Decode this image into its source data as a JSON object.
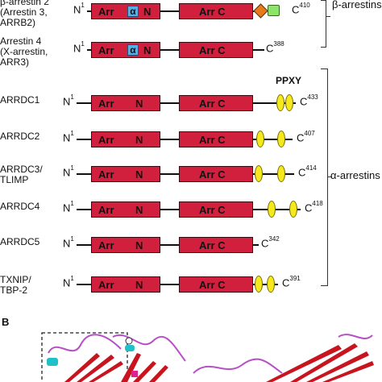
{
  "rows": [
    {
      "id": "b-arrestin-2",
      "label_lines": [
        "β-arrestin 2",
        "(Arrestin 3,",
        "ARRB2)"
      ],
      "n_label": "N",
      "n_sup": "1",
      "c_label": "C",
      "c_sup": "410",
      "n_domain": [
        "Arr",
        "α",
        "N"
      ],
      "c_domain": "Arr C",
      "tail": [
        "orange-diamond",
        "green-box"
      ]
    },
    {
      "id": "arrestin-4",
      "label_lines": [
        "Arrestin 4",
        "(X-arrestin,",
        "ARR3)"
      ],
      "n_label": "N",
      "n_sup": "1",
      "c_label": "C",
      "c_sup": "388",
      "n_domain": [
        "Arr",
        "α",
        "N"
      ],
      "c_domain": "Arr C",
      "tail": []
    },
    {
      "id": "arrdc1",
      "label_lines": [
        "ARRDC1"
      ],
      "n_label": "N",
      "n_sup": "1",
      "c_label": "C",
      "c_sup": "433",
      "n_domain": [
        "Arr",
        "N"
      ],
      "c_domain": "Arr C",
      "tail": [
        "ppxy",
        "ppxy"
      ]
    },
    {
      "id": "arrdc2",
      "label_lines": [
        "ARRDC2"
      ],
      "n_label": "N",
      "n_sup": "1",
      "c_label": "C",
      "c_sup": "407",
      "n_domain": [
        "Arr",
        "N"
      ],
      "c_domain": "Arr C",
      "tail": [
        "ppxy",
        "ppxy"
      ]
    },
    {
      "id": "arrdc3",
      "label_lines": [
        "ARRDC3/",
        "TLIMP"
      ],
      "n_label": "N",
      "n_sup": "1",
      "c_label": "C",
      "c_sup": "414",
      "n_domain": [
        "Arr",
        "N"
      ],
      "c_domain": "Arr C",
      "tail": [
        "ppxy",
        "ppxy"
      ]
    },
    {
      "id": "arrdc4",
      "label_lines": [
        "ARRDC4"
      ],
      "n_label": "N",
      "n_sup": "1",
      "c_label": "C",
      "c_sup": "418",
      "n_domain": [
        "Arr",
        "N"
      ],
      "c_domain": "Arr C",
      "tail": [
        "ppxy",
        "ppxy"
      ]
    },
    {
      "id": "arrdc5",
      "label_lines": [
        "ARRDC5"
      ],
      "n_label": "N",
      "n_sup": "1",
      "c_label": "C",
      "c_sup": "342",
      "n_domain": [
        "Arr",
        "N"
      ],
      "c_domain": "Arr C",
      "tail": []
    },
    {
      "id": "txnip",
      "label_lines": [
        "TXNIP/",
        "TBP-2"
      ],
      "n_label": "N",
      "n_sup": "1",
      "c_label": "C",
      "c_sup": "391",
      "n_domain": [
        "Arr",
        "N"
      ],
      "c_domain": "Arr C",
      "tail": [
        "ppxy",
        "ppxy"
      ]
    }
  ],
  "motif_label": "PPXY",
  "groups": {
    "beta": "β-arrestins",
    "alpha": "α-arrestins"
  },
  "panel_b_label": "B",
  "colors": {
    "domain": "#d0203e",
    "alpha_helix": "#5aaee8",
    "motif": "#f5e81c",
    "diamond": "#e87a1e",
    "green": "#8ee36a",
    "ribbon": "#c8141e",
    "loop": "#b84fc7",
    "helix": "#20c0c8"
  }
}
